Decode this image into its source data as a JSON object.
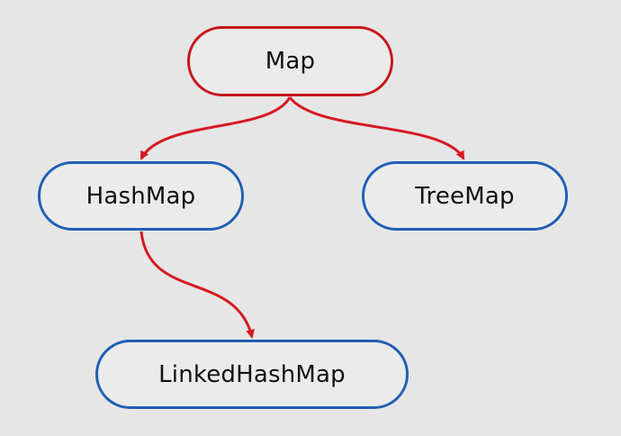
{
  "nodes": {
    "map": "Map",
    "hashmap": "HashMap",
    "treemap": "TreeMap",
    "linkedhashmap": "LinkedHashMap"
  },
  "edges": [
    {
      "from": "Map",
      "to": "HashMap"
    },
    {
      "from": "Map",
      "to": "TreeMap"
    },
    {
      "from": "HashMap",
      "to": "LinkedHashMap"
    }
  ],
  "colors": {
    "background": "#e6e6e6",
    "root_border": "#c8161d",
    "child_border": "#1f5fb4",
    "arrow": "#d71920",
    "text": "#111111"
  }
}
